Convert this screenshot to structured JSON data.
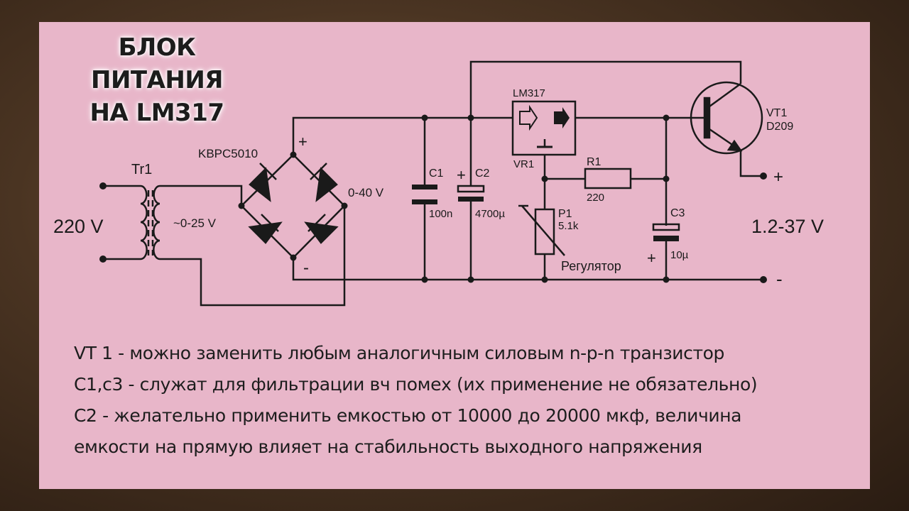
{
  "title": {
    "line1": "БЛОК ПИТАНИЯ",
    "line2": "НА LM317"
  },
  "labels": {
    "tr1": "Tr1",
    "input_voltage": "220 V",
    "secondary_voltage": "~0-25 V",
    "bridge": "KBPC5010",
    "bridge_plus": "+",
    "bridge_minus": "-",
    "rectified_voltage": "0-40 V",
    "c1": "C1",
    "c1_value": "100n",
    "c2": "C2",
    "c2_plus": "+",
    "c2_value": "4700µ",
    "regulator": "LM317",
    "vr1": "VR1",
    "r1": "R1",
    "r1_value": "220",
    "p1": "P1",
    "p1_value": "5.1k",
    "p1_caption": "Регулятор",
    "c3": "C3",
    "c3_plus": "+",
    "c3_value": "10µ",
    "vt1": "VT1",
    "vt1_model": "D209",
    "out_plus": "+",
    "out_minus": "-",
    "output_voltage": "1.2-37 V"
  },
  "notes": [
    "VT 1 - можно заменить любым аналогичным силовым n-p-n транзистор",
    "C1,c3 - служат для фильтрации вч помех (их применение не обязательно)",
    "C2 - желательно применить емкостью от 10000 до 20000 мкф, величина",
    "емкости на прямую влияет на стабильность выходного напряжения"
  ]
}
